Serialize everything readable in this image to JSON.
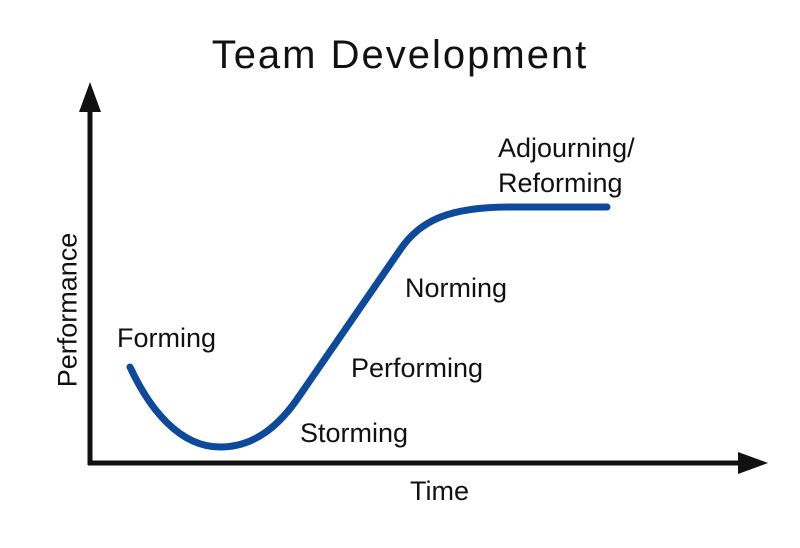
{
  "title": "Team Development",
  "axes": {
    "x_label": "Time",
    "y_label": "Performance"
  },
  "stages": {
    "forming": "Forming",
    "storming": "Storming",
    "performing": "Performing",
    "norming": "Norming",
    "adjourning_line1": "Adjourning/",
    "adjourning_line2": "Reforming"
  },
  "colors": {
    "curve": "#0d4a9c",
    "axes": "#111111"
  }
}
